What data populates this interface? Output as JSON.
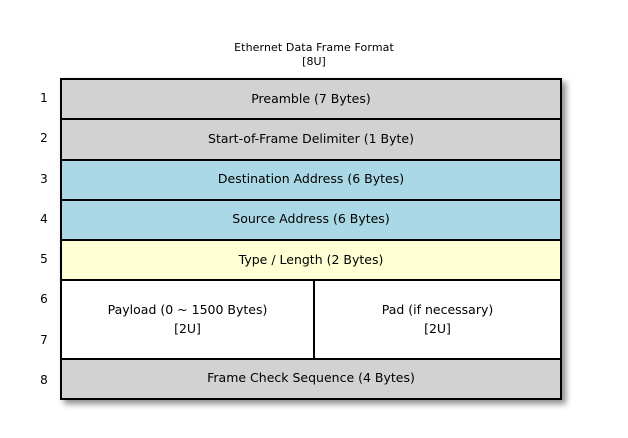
{
  "diagram": {
    "title": "Ethernet Data Frame Format",
    "subtitle": "[8U]",
    "colors": {
      "gray": "#d2d2d2",
      "blue": "#aad8e6",
      "yellow": "#ffffd4",
      "white": "#ffffff",
      "border": "#000000",
      "background": "#ffffff"
    },
    "row_numbers": [
      "1",
      "2",
      "3",
      "4",
      "5",
      "6",
      "7",
      "8"
    ],
    "rows": [
      {
        "number": "1",
        "label": "Preamble (7 Bytes)",
        "fill": "gray"
      },
      {
        "number": "2",
        "label": "Start-of-Frame Delimiter (1 Byte)",
        "fill": "gray"
      },
      {
        "number": "3",
        "label": "Destination Address (6 Bytes)",
        "fill": "blue"
      },
      {
        "number": "4",
        "label": "Source Address (6 Bytes)",
        "fill": "blue"
      },
      {
        "number": "5",
        "label": "Type / Length (2 Bytes)",
        "fill": "yellow"
      },
      {
        "number": "6-7",
        "fill": "white",
        "split": true,
        "left": {
          "label": "Payload (0 ~ 1500 Bytes)",
          "sublabel": "[2U]"
        },
        "right": {
          "label": "Pad (if necessary)",
          "sublabel": "[2U]"
        }
      },
      {
        "number": "8",
        "label": "Frame Check Sequence (4 Bytes)",
        "fill": "gray"
      }
    ]
  }
}
